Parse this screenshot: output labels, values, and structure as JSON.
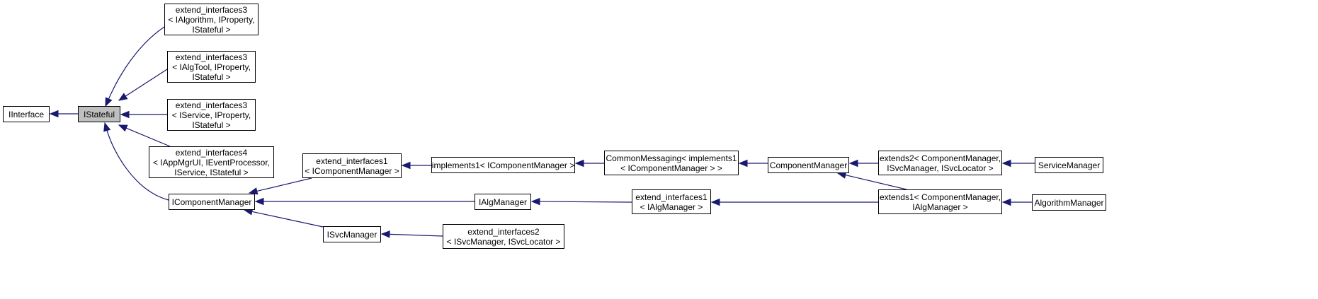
{
  "diagram": {
    "edge_color": "#191970",
    "highlight_color": "#bfbfbf",
    "nodes": [
      {
        "id": "iinterface",
        "name": "node-iinterface",
        "lines": [
          "IInterface"
        ]
      },
      {
        "id": "istateful",
        "name": "node-istateful",
        "lines": [
          "IStateful"
        ],
        "highlight": true
      },
      {
        "id": "ext3_ialg",
        "name": "node-extend-interfaces3-ialgorithm",
        "lines": [
          "extend_interfaces3",
          "< IAlgorithm, IProperty,",
          "IStateful >"
        ]
      },
      {
        "id": "ext3_ialgtool",
        "name": "node-extend-interfaces3-ialgtool",
        "lines": [
          "extend_interfaces3",
          "< IAlgTool, IProperty,",
          "IStateful >"
        ]
      },
      {
        "id": "ext3_iservice",
        "name": "node-extend-interfaces3-iservice",
        "lines": [
          "extend_interfaces3",
          "< IService, IProperty,",
          "IStateful >"
        ]
      },
      {
        "id": "ext4_iappmgrui",
        "name": "node-extend-interfaces4-iappmgrui",
        "lines": [
          "extend_interfaces4",
          "< IAppMgrUI, IEventProcessor,",
          "IService, IStateful >"
        ]
      },
      {
        "id": "icompmgr",
        "name": "node-icomponentmanager",
        "lines": [
          "IComponentManager"
        ]
      },
      {
        "id": "ext1_icompmgr",
        "name": "node-extend-interfaces1-icomponentmanager",
        "lines": [
          "extend_interfaces1",
          "< IComponentManager >"
        ]
      },
      {
        "id": "impl1_icompmgr",
        "name": "node-implements1-icomponentmanager",
        "lines": [
          "implements1< IComponentManager >"
        ]
      },
      {
        "id": "commonmsg",
        "name": "node-commonmessaging",
        "lines": [
          "CommonMessaging< implements1",
          "< IComponentManager > >"
        ]
      },
      {
        "id": "compmgr",
        "name": "node-componentmanager",
        "lines": [
          "ComponentManager"
        ]
      },
      {
        "id": "extends2",
        "name": "node-extends2-componentmanager",
        "lines": [
          "extends2< ComponentManager,",
          "ISvcManager, ISvcLocator >"
        ]
      },
      {
        "id": "svcmgr",
        "name": "node-servicemanager",
        "lines": [
          "ServiceManager"
        ]
      },
      {
        "id": "ialgmgr",
        "name": "node-ialgmanager",
        "lines": [
          "IAlgManager"
        ]
      },
      {
        "id": "ext1_ialgmgr",
        "name": "node-extend-interfaces1-ialgmanager",
        "lines": [
          "extend_interfaces1",
          "< IAlgManager >"
        ]
      },
      {
        "id": "extends1",
        "name": "node-extends1-componentmanager",
        "lines": [
          "extends1< ComponentManager,",
          "IAlgManager >"
        ]
      },
      {
        "id": "algmgr",
        "name": "node-algorithmmanager",
        "lines": [
          "AlgorithmManager"
        ]
      },
      {
        "id": "isvcmgr",
        "name": "node-isvcmanager",
        "lines": [
          "ISvcManager"
        ]
      },
      {
        "id": "ext2_isvcmgr",
        "name": "node-extend-interfaces2-isvcmanager",
        "lines": [
          "extend_interfaces2",
          "< ISvcManager, ISvcLocator >"
        ]
      }
    ],
    "edges": [
      {
        "from": "istateful",
        "to": "iinterface"
      },
      {
        "from": "ext3_ialg",
        "to": "istateful"
      },
      {
        "from": "ext3_ialgtool",
        "to": "istateful"
      },
      {
        "from": "ext3_iservice",
        "to": "istateful"
      },
      {
        "from": "ext4_iappmgrui",
        "to": "istateful"
      },
      {
        "from": "icompmgr",
        "to": "istateful"
      },
      {
        "from": "ext1_icompmgr",
        "to": "icompmgr"
      },
      {
        "from": "impl1_icompmgr",
        "to": "ext1_icompmgr"
      },
      {
        "from": "commonmsg",
        "to": "impl1_icompmgr"
      },
      {
        "from": "compmgr",
        "to": "commonmsg"
      },
      {
        "from": "extends2",
        "to": "compmgr"
      },
      {
        "from": "svcmgr",
        "to": "extends2"
      },
      {
        "from": "ialgmgr",
        "to": "icompmgr"
      },
      {
        "from": "ext1_ialgmgr",
        "to": "ialgmgr"
      },
      {
        "from": "extends1",
        "to": "ext1_ialgmgr"
      },
      {
        "from": "extends1",
        "to": "compmgr"
      },
      {
        "from": "algmgr",
        "to": "extends1"
      },
      {
        "from": "isvcmgr",
        "to": "icompmgr"
      },
      {
        "from": "ext2_isvcmgr",
        "to": "isvcmgr"
      }
    ]
  }
}
